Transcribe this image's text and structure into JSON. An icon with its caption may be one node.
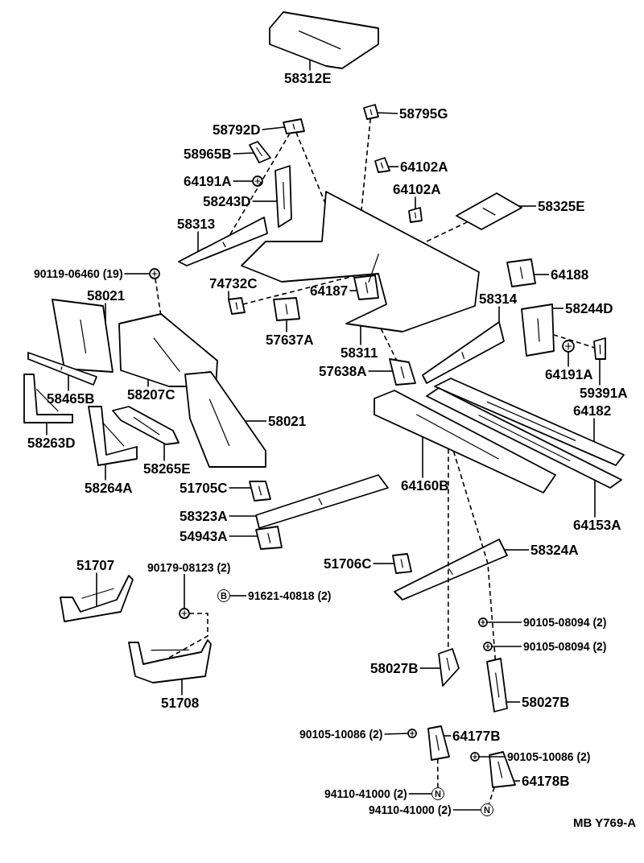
{
  "diagram": {
    "nodes": [
      {
        "text": [
          "58312E"
        ]
      },
      {
        "text": [
          "58795G"
        ]
      },
      {
        "text": [
          "58792D"
        ]
      },
      {
        "text": [
          "58965B"
        ]
      },
      {
        "text": [
          "64191A"
        ]
      },
      {
        "text": [
          "58243D"
        ]
      },
      {
        "text": [
          "58313"
        ]
      },
      {
        "text": [
          "64102A"
        ]
      },
      {
        "text": [
          "64102A"
        ]
      },
      {
        "text": [
          "58325E"
        ]
      },
      {
        "text": [
          "90119-06460 (19)"
        ]
      },
      {
        "text": [
          "74732C"
        ]
      },
      {
        "text": [
          "58021"
        ]
      },
      {
        "text": [
          "64187"
        ]
      },
      {
        "text": [
          "64188"
        ]
      },
      {
        "text": [
          "58314"
        ]
      },
      {
        "text": [
          "58244D"
        ]
      },
      {
        "text": [
          "57637A"
        ]
      },
      {
        "text": [
          "58311"
        ]
      },
      {
        "text": [
          "57638A"
        ]
      },
      {
        "text": [
          "64191A"
        ]
      },
      {
        "text": [
          "59391A"
        ]
      },
      {
        "text": [
          "58465B"
        ]
      },
      {
        "text": [
          "58207C"
        ]
      },
      {
        "text": [
          "64182"
        ]
      },
      {
        "text": [
          "58263D"
        ]
      },
      {
        "text": [
          "58021"
        ]
      },
      {
        "text": [
          "58265E"
        ]
      },
      {
        "text": [
          "64160B"
        ]
      },
      {
        "text": [
          "64153A"
        ]
      },
      {
        "text": [
          "58264A"
        ]
      },
      {
        "text": [
          "51705C"
        ]
      },
      {
        "text": [
          "58323A"
        ]
      },
      {
        "text": [
          "54943A"
        ]
      },
      {
        "text": [
          "58324A"
        ]
      },
      {
        "text": [
          "51707"
        ]
      },
      {
        "text": [
          "51706C"
        ]
      },
      {
        "text": [
          "90179-08123 (2)"
        ]
      },
      {
        "text": [
          "91621-40818 (2)"
        ]
      },
      {
        "text": [
          "B"
        ]
      },
      {
        "text": [
          "90105-08094 (2)"
        ]
      },
      {
        "text": [
          "90105-08094 (2)"
        ]
      },
      {
        "text": [
          "58027B"
        ]
      },
      {
        "text": [
          "51708"
        ]
      },
      {
        "text": [
          "58027B"
        ]
      },
      {
        "text": [
          "90105-10086 (2)"
        ]
      },
      {
        "text": [
          "64177B"
        ]
      },
      {
        "text": [
          "90105-10086 (2)"
        ]
      },
      {
        "text": [
          "64178B"
        ]
      },
      {
        "text": [
          "94110-41000 (2)"
        ]
      },
      {
        "text": [
          "N"
        ]
      },
      {
        "text": [
          "94110-41000 (2)"
        ]
      },
      {
        "text": [
          "N"
        ]
      },
      {
        "text": [],
        "shape": "picture"
      },
      {
        "text": [],
        "shape": "picture"
      },
      {
        "text": [],
        "shape": "picture"
      },
      {
        "text": [],
        "shape": "picture"
      },
      {
        "text": [],
        "shape": "picture"
      },
      {
        "text": [],
        "shape": "picture"
      },
      {
        "text": [],
        "shape": "picture"
      },
      {
        "text": [],
        "shape": "picture"
      },
      {
        "text": [],
        "shape": "picture"
      },
      {
        "text": [],
        "shape": "picture"
      },
      {
        "text": [],
        "shape": "picture"
      },
      {
        "text": [],
        "shape": "picture"
      },
      {
        "text": [],
        "shape": "picture"
      },
      {
        "text": [],
        "shape": "picture"
      },
      {
        "text": [],
        "shape": "picture"
      },
      {
        "text": [],
        "shape": "picture"
      },
      {
        "text": [],
        "shape": "picture"
      },
      {
        "text": [],
        "shape": "picture"
      },
      {
        "text": [],
        "shape": "picture"
      },
      {
        "text": [],
        "shape": "picture"
      },
      {
        "text": [],
        "shape": "picture"
      },
      {
        "text": [],
        "shape": "picture"
      },
      {
        "text": [],
        "shape": "picture"
      },
      {
        "text": [],
        "shape": "picture"
      },
      {
        "text": [],
        "shape": "picture"
      },
      {
        "text": [],
        "shape": "picture"
      },
      {
        "text": [],
        "shape": "picture"
      },
      {
        "text": [],
        "shape": "picture"
      },
      {
        "text": [],
        "shape": "picture"
      },
      {
        "text": [],
        "shape": "picture"
      },
      {
        "text": [],
        "shape": "picture"
      },
      {
        "text": [],
        "shape": "picture"
      },
      {
        "text": [],
        "shape": "picture"
      },
      {
        "text": [],
        "shape": "picture"
      },
      {
        "text": [],
        "shape": "picture"
      },
      {
        "text": [],
        "shape": "picture"
      },
      {
        "text": [],
        "shape": "picture"
      },
      {
        "text": [],
        "shape": "picture"
      },
      {
        "text": [],
        "shape": "picture"
      },
      {
        "text": [],
        "shape": "picture"
      },
      {
        "text": [],
        "shape": "picture"
      },
      {
        "text": [],
        "shape": "picture"
      },
      {
        "text": [],
        "shape": "picture"
      },
      {
        "text": [],
        "shape": "picture"
      },
      {
        "text": [],
        "shape": "picture"
      },
      {
        "text": [],
        "shape": "picture"
      },
      {
        "text": [],
        "shape": "picture"
      }
    ],
    "edges": [
      {
        "from": 0,
        "to": 53,
        "arrow": "none"
      },
      {
        "from": 1,
        "to": 54,
        "arrow": "none"
      },
      {
        "from": 2,
        "to": 55,
        "arrow": "none"
      },
      {
        "from": 3,
        "to": 56,
        "arrow": "none"
      },
      {
        "from": 4,
        "to": 57,
        "arrow": "none"
      },
      {
        "from": 5,
        "to": 58,
        "arrow": "none"
      },
      {
        "from": 6,
        "to": 59,
        "arrow": "none"
      },
      {
        "from": 7,
        "to": 60,
        "arrow": "none"
      },
      {
        "from": 8,
        "to": 61,
        "arrow": "none"
      },
      {
        "from": 9,
        "to": 62,
        "arrow": "none"
      },
      {
        "from": 10,
        "to": 63,
        "arrow": "none"
      },
      {
        "from": 11,
        "to": 64,
        "arrow": "none"
      },
      {
        "from": 12,
        "to": 65,
        "arrow": "none"
      },
      {
        "from": 13,
        "to": 66,
        "arrow": "none"
      },
      {
        "from": 14,
        "to": 67,
        "arrow": "none"
      },
      {
        "from": 15,
        "to": 68,
        "arrow": "none"
      },
      {
        "from": 16,
        "to": 69,
        "arrow": "none"
      },
      {
        "from": 17,
        "to": 70,
        "arrow": "none"
      },
      {
        "from": 18,
        "to": 71,
        "arrow": "none"
      },
      {
        "from": 19,
        "to": 72,
        "arrow": "none"
      },
      {
        "from": 20,
        "to": 73,
        "arrow": "none"
      },
      {
        "from": 21,
        "to": 74,
        "arrow": "none"
      },
      {
        "from": 22,
        "to": 75,
        "arrow": "none"
      },
      {
        "from": 23,
        "to": 76,
        "arrow": "none"
      },
      {
        "from": 24,
        "to": 77,
        "arrow": "none"
      },
      {
        "from": 25,
        "to": 78,
        "arrow": "none"
      },
      {
        "from": 26,
        "to": 79,
        "arrow": "none"
      },
      {
        "from": 27,
        "to": 80,
        "arrow": "none"
      },
      {
        "from": 28,
        "to": 81,
        "arrow": "none"
      },
      {
        "from": 29,
        "to": 82,
        "arrow": "none"
      },
      {
        "from": 30,
        "to": 83,
        "arrow": "none"
      },
      {
        "from": 31,
        "to": 84,
        "arrow": "none"
      },
      {
        "from": 32,
        "to": 85,
        "arrow": "none"
      },
      {
        "from": 33,
        "to": 86,
        "arrow": "none"
      },
      {
        "from": 34,
        "to": 87,
        "arrow": "none"
      },
      {
        "from": 35,
        "to": 88,
        "arrow": "none"
      },
      {
        "from": 36,
        "to": 89,
        "arrow": "none"
      },
      {
        "from": 37,
        "to": 90,
        "arrow": "none"
      },
      {
        "from": 38,
        "to": 39,
        "arrow": "none"
      },
      {
        "from": 40,
        "to": 91,
        "arrow": "none"
      },
      {
        "from": 41,
        "to": 92,
        "arrow": "none"
      },
      {
        "from": 42,
        "to": 93,
        "arrow": "none"
      },
      {
        "from": 43,
        "to": 94,
        "arrow": "none"
      },
      {
        "from": 44,
        "to": 95,
        "arrow": "none"
      },
      {
        "from": 45,
        "to": 96,
        "arrow": "none"
      },
      {
        "from": 46,
        "to": 97,
        "arrow": "none"
      },
      {
        "from": 47,
        "to": 98,
        "arrow": "none"
      },
      {
        "from": 48,
        "to": 99,
        "arrow": "none"
      },
      {
        "from": 49,
        "to": 50,
        "arrow": "none"
      },
      {
        "from": 51,
        "to": 52,
        "arrow": "none"
      },
      {
        "from": 63,
        "to": 76,
        "arrow": "none",
        "style": "dashed"
      },
      {
        "from": 55,
        "to": 71,
        "arrow": "none",
        "style": "dashed"
      },
      {
        "from": 55,
        "to": 59,
        "arrow": "none",
        "style": "dashed"
      },
      {
        "from": 54,
        "to": 71,
        "arrow": "none",
        "style": "dashed"
      },
      {
        "from": 62,
        "to": 71,
        "arrow": "none",
        "style": "dashed"
      },
      {
        "from": 81,
        "to": 93,
        "arrow": "none",
        "style": "dashed"
      },
      {
        "from": 81,
        "to": 95,
        "arrow": "none",
        "style": "dashed"
      },
      {
        "from": 90,
        "to": 94,
        "arrow": "none",
        "style": "dashed"
      },
      {
        "from": 64,
        "to": 71,
        "arrow": "none",
        "style": "dashed"
      },
      {
        "from": 71,
        "to": 72,
        "arrow": "none",
        "style": "dashed"
      },
      {
        "from": 97,
        "to": 50,
        "arrow": "none",
        "style": "dashed"
      },
      {
        "from": 99,
        "to": 52,
        "arrow": "none",
        "style": "dashed"
      },
      {
        "from": 69,
        "to": 74,
        "arrow": "none",
        "style": "dashed"
      }
    ],
    "labels": [
      "MB Y769-A"
    ]
  }
}
